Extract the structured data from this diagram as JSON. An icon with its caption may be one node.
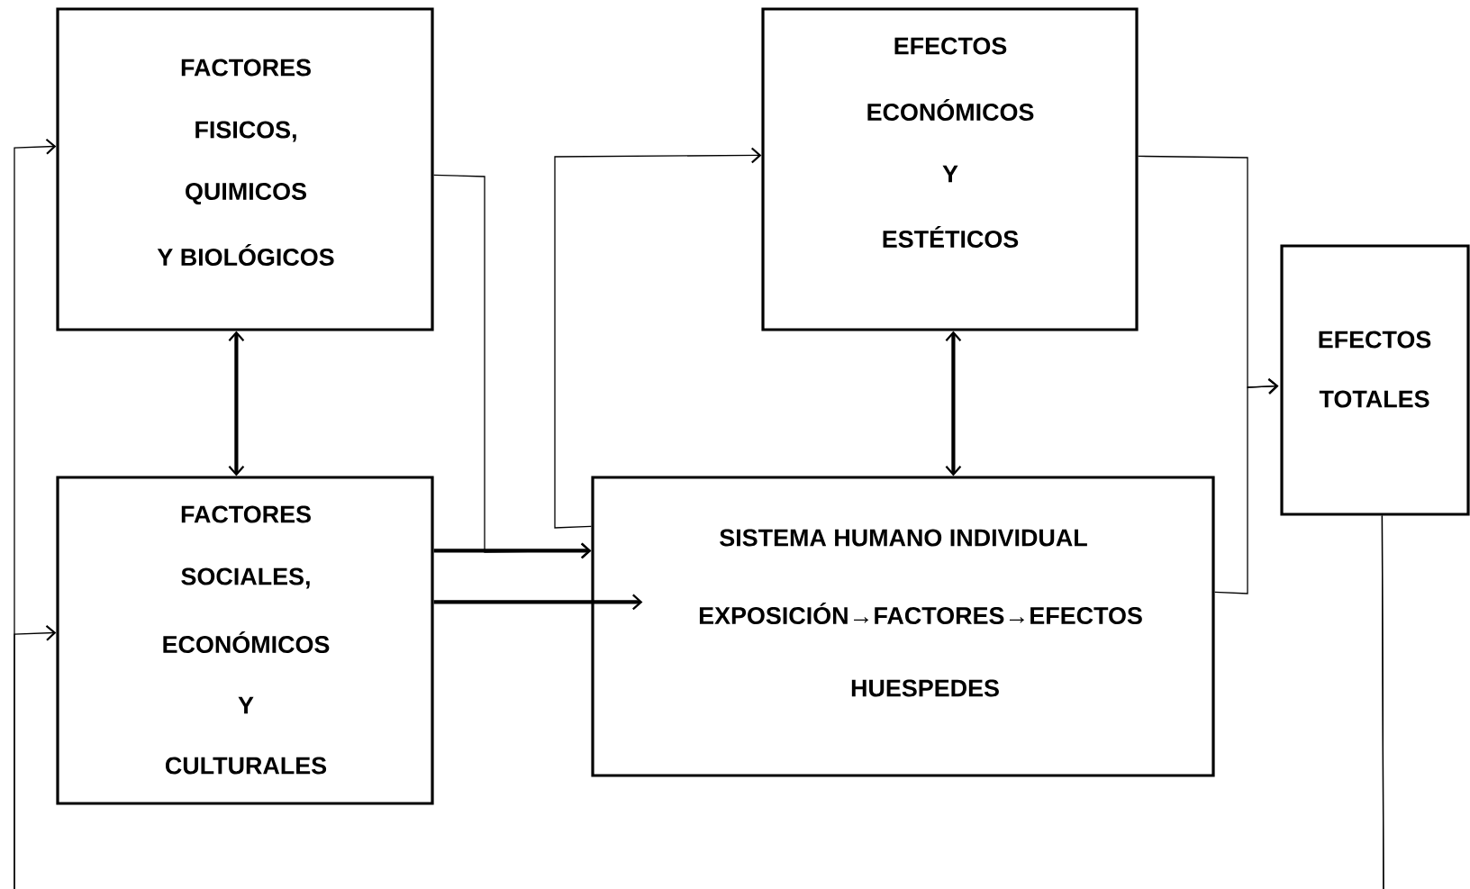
{
  "diagram": {
    "nodes": [
      {
        "text": [
          "FACTORES",
          "FISICOS,",
          "QUIMICOS",
          "Y BIOLÓGICOS"
        ]
      },
      {
        "text": [
          "FACTORES",
          "SOCIALES,",
          "ECONÓMICOS",
          "Y",
          "CULTURALES"
        ]
      },
      {
        "text": [
          "EFECTOS",
          "ECONÓMICOS",
          "Y",
          "ESTÉTICOS"
        ]
      },
      {
        "text": [
          "SISTEMA HUMANO INDIVIDUAL",
          "EXPOSICIÓN→FACTORES→EFECTOS",
          "HUESPEDES"
        ]
      },
      {
        "text": [
          "EFECTOS",
          "TOTALES"
        ]
      }
    ],
    "edges": [
      {
        "from": 0,
        "to": 1,
        "arrow": "both",
        "style": "thick"
      },
      {
        "from": 2,
        "to": 3,
        "arrow": "both",
        "style": "thick"
      },
      {
        "from": 0,
        "to": 3,
        "arrow": "to"
      },
      {
        "from": 1,
        "to": 3,
        "arrow": "to",
        "style": "thick"
      },
      {
        "from": 1,
        "to": 3,
        "arrow": "to",
        "style": "thick"
      },
      {
        "from": 3,
        "to": 2,
        "arrow": "to"
      },
      {
        "from": 2,
        "to": 4,
        "arrow": "to"
      },
      {
        "from": 3,
        "to": 4,
        "arrow": "to"
      },
      {
        "from": 4,
        "to": 0,
        "arrow": "to"
      },
      {
        "from": 4,
        "to": 1,
        "arrow": "to"
      }
    ]
  }
}
